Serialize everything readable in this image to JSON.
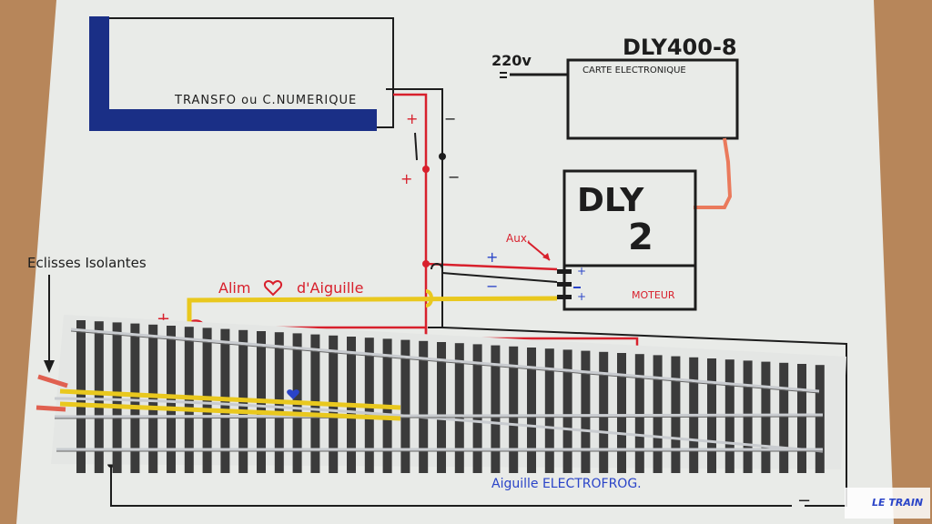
{
  "labels": {
    "transfo": "TRANSFO ou C.NUMERIQUE",
    "dly400": "DLY400-8",
    "carte": "CARTE ELECTRONIQUE",
    "v220": "220v",
    "dly_top": "DLY",
    "dly_num": "2",
    "aux": "Aux.",
    "moteur": "MOTEUR",
    "eclisses": "Eclisses Isolantes",
    "alim": "Alim",
    "aiguille": "d'Aiguille",
    "aiguille_electrofrog": "Aiguille ELECTROFROG.",
    "plus": "+",
    "minus": "−"
  },
  "watermark": {
    "text": "LE TRAIN"
  },
  "colors": {
    "paper": "#e9ebe8",
    "wood": "#b7865a",
    "ink": "#1d1d1d",
    "blue_marker": "#1a2f86",
    "red_wire": "#d8202c",
    "yellow_wire": "#e9c81e",
    "orange_wire": "#ea7a5c",
    "blue_pen": "#2a44c8",
    "sleeper": "#3b3b3b",
    "rail": "#c9ccd0"
  }
}
